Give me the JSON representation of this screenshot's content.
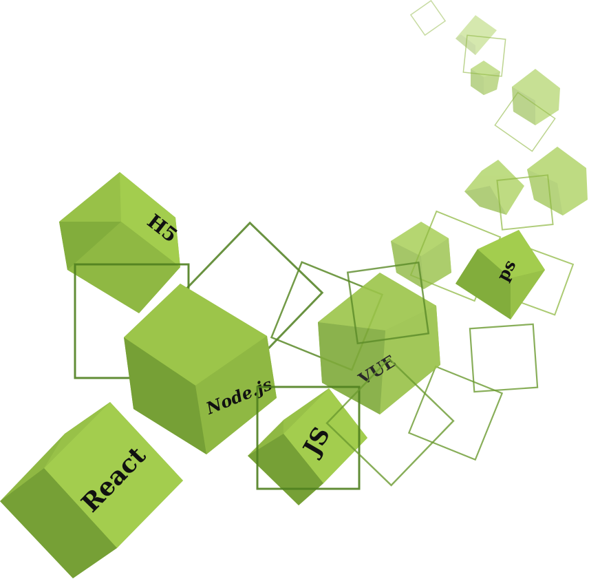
{
  "colors": {
    "light": "#a3cd4e",
    "mid": "#8fb843",
    "dark": "#76a036",
    "outline": "#4f7f1f"
  },
  "cubes": [
    {
      "name": "cube-react",
      "label": "React",
      "icon": "react-logo-cube"
    },
    {
      "name": "cube-nodejs",
      "label": "Node.js",
      "icon": "nodejs-logo-cube"
    },
    {
      "name": "cube-js",
      "label": "JS",
      "icon": "javascript-logo-cube"
    },
    {
      "name": "cube-h5",
      "label": "H5",
      "icon": "html5-logo-cube"
    },
    {
      "name": "cube-vue",
      "label": "VUE",
      "icon": "vue-logo-cube"
    },
    {
      "name": "cube-ps",
      "label": "ps",
      "icon": "photoshop-logo-cube"
    }
  ]
}
